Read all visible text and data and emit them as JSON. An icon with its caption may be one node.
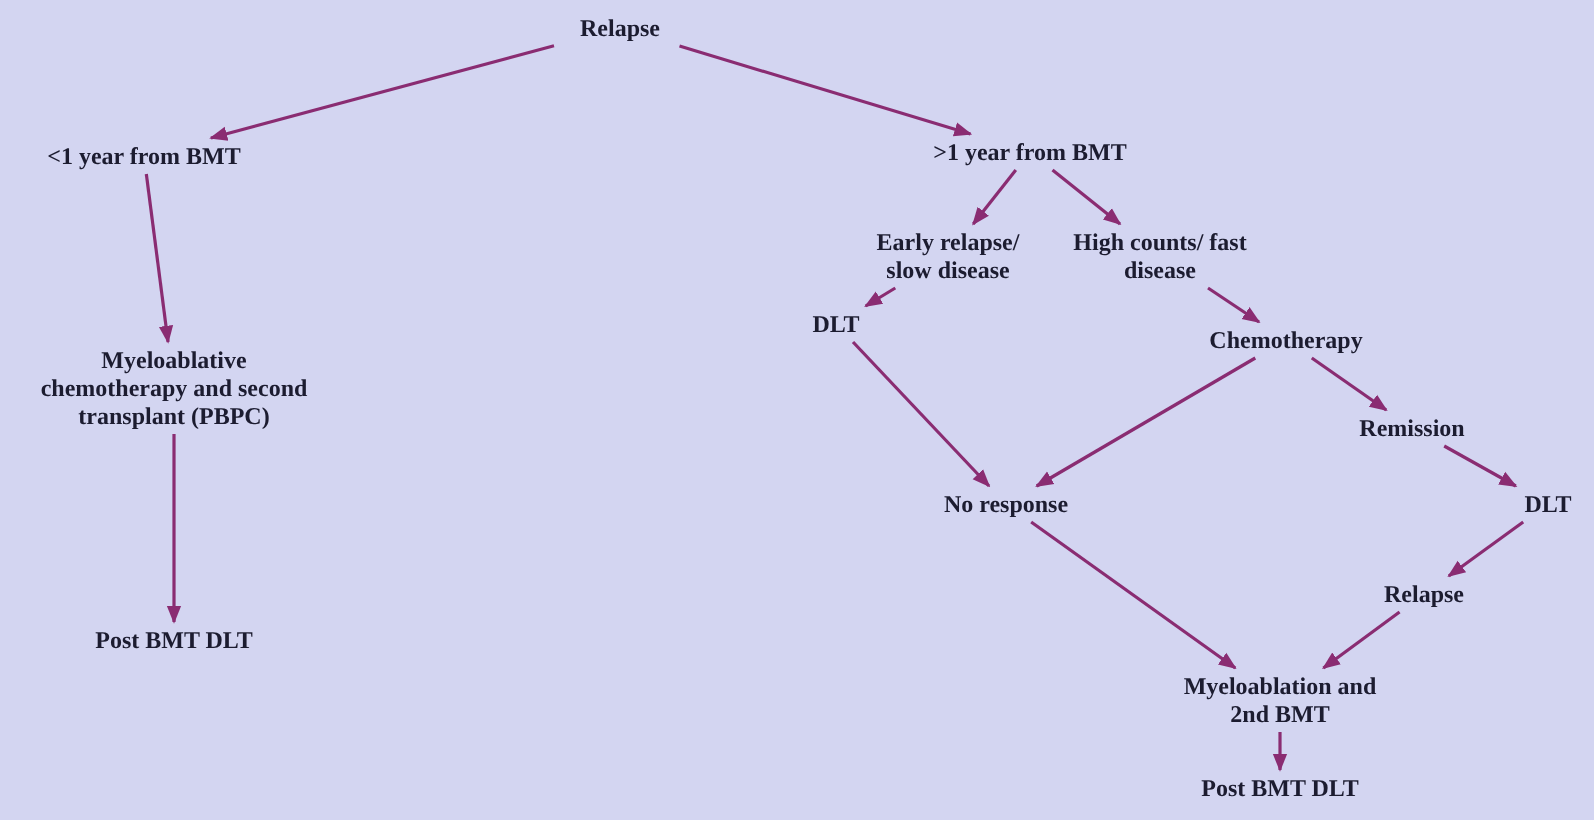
{
  "diagram": {
    "nodes": [
      {
        "text": [
          "Relapse"
        ]
      },
      {
        "text": [
          "<1 year from BMT"
        ]
      },
      {
        "text": [
          ">1 year from BMT"
        ]
      },
      {
        "text": [
          "Early relapse/ slow disease"
        ]
      },
      {
        "text": [
          "High counts/ fast disease"
        ]
      },
      {
        "text": [
          "DLT"
        ]
      },
      {
        "text": [
          "Chemotherapy"
        ]
      },
      {
        "text": [
          "Myeloablative chemotherapy and second transplant (PBPC)"
        ]
      },
      {
        "text": [
          "Remission"
        ]
      },
      {
        "text": [
          "No response"
        ]
      },
      {
        "text": [
          "DLT"
        ]
      },
      {
        "text": [
          "Relapse"
        ]
      },
      {
        "text": [
          "Post BMT DLT"
        ]
      },
      {
        "text": [
          "Myeloablation and 2nd BMT"
        ]
      },
      {
        "text": [
          "Post BMT DLT"
        ]
      }
    ],
    "edges": [
      {
        "from": 0,
        "to": 1,
        "arrow": "to"
      },
      {
        "from": 0,
        "to": 2,
        "arrow": "to"
      },
      {
        "from": 1,
        "to": 7,
        "arrow": "to"
      },
      {
        "from": 7,
        "to": 12,
        "arrow": "to"
      },
      {
        "from": 2,
        "to": 3,
        "arrow": "to"
      },
      {
        "from": 2,
        "to": 4,
        "arrow": "to"
      },
      {
        "from": 3,
        "to": 5,
        "arrow": "to"
      },
      {
        "from": 4,
        "to": 6,
        "arrow": "to"
      },
      {
        "from": 5,
        "to": 9,
        "arrow": "to"
      },
      {
        "from": 6,
        "to": 9,
        "arrow": "to"
      },
      {
        "from": 6,
        "to": 8,
        "arrow": "to"
      },
      {
        "from": 8,
        "to": 10,
        "arrow": "to"
      },
      {
        "from": 10,
        "to": 11,
        "arrow": "to"
      },
      {
        "from": 9,
        "to": 13,
        "arrow": "to"
      },
      {
        "from": 11,
        "to": 13,
        "arrow": "to"
      },
      {
        "from": 13,
        "to": 14,
        "arrow": "to"
      }
    ]
  }
}
